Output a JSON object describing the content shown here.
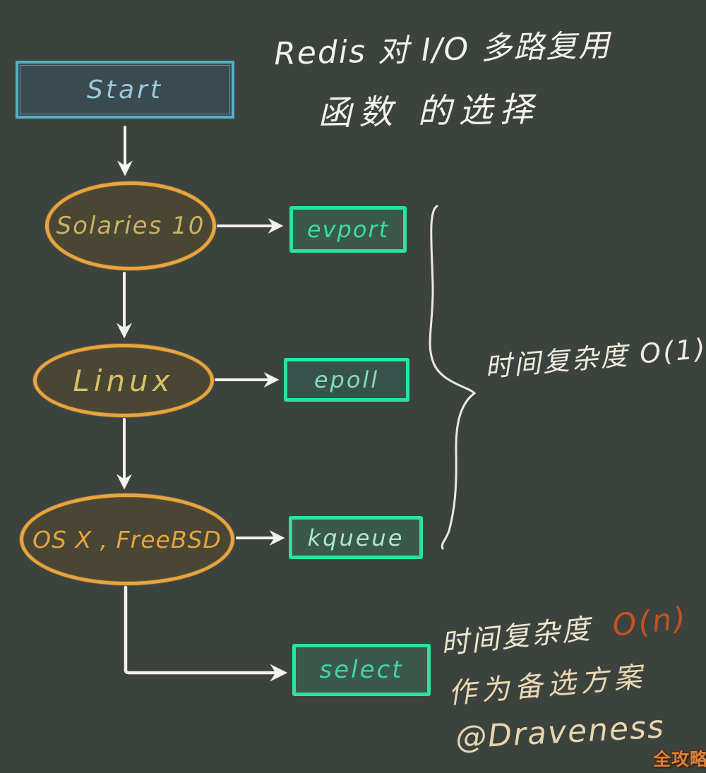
{
  "title": {
    "line1": "Redis 对 I/O 多路复用",
    "line2": "函数 的选择"
  },
  "nodes": {
    "start": {
      "label": "Start"
    },
    "solaris": {
      "label": "Solaries 10"
    },
    "linux": {
      "label": "Linux"
    },
    "osx": {
      "label": "OS X , FreeBSD"
    }
  },
  "functions": {
    "evport": {
      "label": "evport"
    },
    "epoll": {
      "label": "epoll"
    },
    "kqueue": {
      "label": "kqueue"
    },
    "select": {
      "label": "select"
    }
  },
  "annotations": {
    "o1_label": "时间复杂度 O(1)",
    "on_prefix": "时间复杂度",
    "on_value": "O(n)",
    "fallback": "作为备选方案",
    "credit": "@Draveness",
    "watermark": "全攻略"
  },
  "colors": {
    "background": "#3c433e",
    "start_border": "#56b0c4",
    "start_text": "#9bcad9",
    "ellipse_border": "#e9a43e",
    "ellipse_fill": "#494634",
    "solaris_text": "#ccb165",
    "linux_text": "#d6c168",
    "osx_text": "#e9a43e",
    "fn_border": "#2be3a1",
    "fn_fill": "#3a584c",
    "evport_text": "#38dfa0",
    "epoll_text": "#85dabd",
    "kqueue_text": "#abe7cf",
    "select_text": "#41d6a5",
    "arrow": "#f2f2ee",
    "title_text": "#f2f1ea",
    "o1_text": "#efecdd",
    "on_value_color": "#c4531f",
    "annotation_text": "#ead9b4",
    "watermark_color": "#d8823b"
  }
}
